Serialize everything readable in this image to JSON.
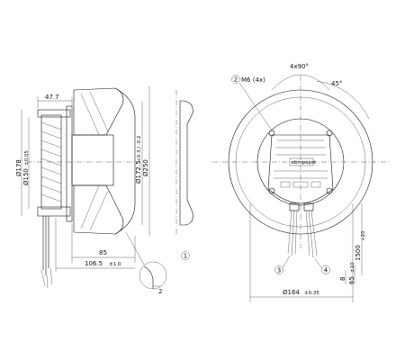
{
  "side_view": {
    "dim_top": "47.7",
    "dim_outer_dia": "Ø178",
    "dim_inner_dia": "Ø150",
    "dim_inner_tol": "±0.05",
    "dim_inlet_dia": "Ø172.5",
    "dim_inlet_tol": "+0.3 / -0.2",
    "dim_impeller_dia": "Ø250",
    "dim_85": "85",
    "dim_106": "106.5",
    "dim_106_tol": "±1.0",
    "dim_2": "2"
  },
  "callouts": {
    "c1": "1",
    "c2": "2",
    "c3": "3",
    "c4": "4"
  },
  "front_view": {
    "label_m6": "M6 (4x)",
    "label_angle": "4x90°",
    "label_45": "45°",
    "dim_1500": "1500",
    "dim_1500_tol": "+20",
    "dim_8": "8",
    "dim_65": "65",
    "dim_65_tol": "±10",
    "dim_164": "Ø164",
    "dim_164_tol": "±0.35",
    "label_mark": "ebmpapst"
  }
}
